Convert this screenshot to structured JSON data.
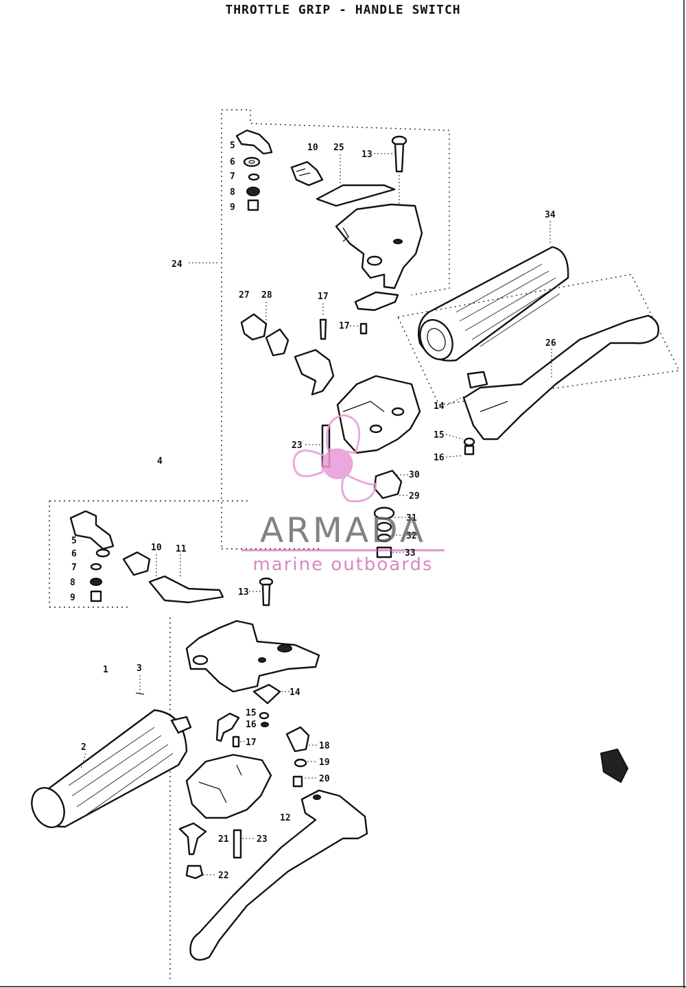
{
  "title": "THROTTLE GRIP - HANDLE SWITCH",
  "watermark": {
    "name": "ARMADA",
    "tagline": "marine outboards",
    "colors": {
      "name": "#5f5f5f",
      "tagline": "#c85aaa",
      "logo": "#e79ad5"
    }
  },
  "callouts": {
    "c_upper_5": "5",
    "c_upper_6": "6",
    "c_upper_7": "7",
    "c_upper_8": "8",
    "c_upper_9": "9",
    "c_upper_10": "10",
    "c_upper_25": "25",
    "c_upper_13": "13",
    "c_upper_24": "24",
    "c_upper_34": "34",
    "c_upper_27": "27",
    "c_upper_28": "28",
    "c_upper_17a": "17",
    "c_upper_17b": "17",
    "c_upper_26": "26",
    "c_upper_14": "14",
    "c_upper_15": "15",
    "c_upper_16": "16",
    "c_upper_23": "23",
    "c_upper_30": "30",
    "c_upper_29": "29",
    "c_upper_31": "31",
    "c_upper_32": "32",
    "c_upper_33": "33",
    "c_4": "4",
    "c_lower_5": "5",
    "c_lower_6": "6",
    "c_lower_7": "7",
    "c_lower_8": "8",
    "c_lower_9": "9",
    "c_lower_10": "10",
    "c_lower_11": "11",
    "c_lower_13": "13",
    "c_1": "1",
    "c_3": "3",
    "c_2": "2",
    "c_lower_14": "14",
    "c_lower_15": "15",
    "c_lower_16": "16",
    "c_lower_17": "17",
    "c_lower_18": "18",
    "c_lower_19": "19",
    "c_lower_20": "20",
    "c_12": "12",
    "c_lower_21": "21",
    "c_lower_23": "23",
    "c_lower_22": "22"
  }
}
